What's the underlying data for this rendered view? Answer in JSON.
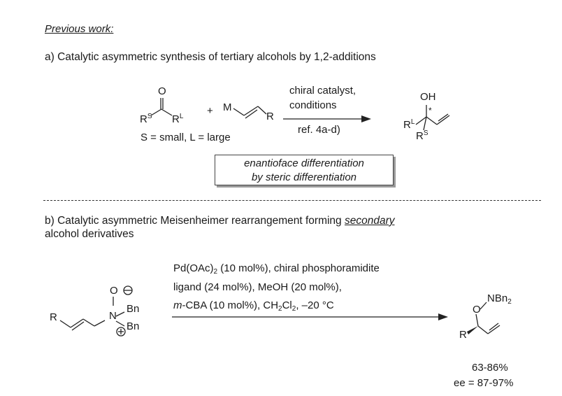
{
  "header": {
    "prefix": "Previous ",
    "suffix": "work:"
  },
  "section_a": {
    "title": "a) Catalytic asymmetric synthesis of tertiary alcohols by 1,2-additions",
    "ketone": {
      "O": "O",
      "RS": "R",
      "RS_sup": "S",
      "RL": "R",
      "RL_sup": "L"
    },
    "plus": "+",
    "reagent": {
      "M": "M",
      "R": "R"
    },
    "size_note": "S = small, L = large",
    "arrow_above_1": "chiral catalyst,",
    "arrow_above_2": "conditions",
    "arrow_below": "ref. 4a-d)",
    "product": {
      "OH": "OH",
      "star": "*",
      "RL": "R",
      "RL_sup": "L",
      "RS": "R",
      "RS_sup": "S"
    },
    "box_line_1": "enantioface differentiation",
    "box_line_2": "by steric differentiation"
  },
  "section_b": {
    "title_prefix": "b) Catalytic asymmetric Meisenheimer rearrangement forming ",
    "title_emph": "secondary",
    "title_line2": "alcohol derivatives",
    "substrate": {
      "R": "R",
      "O": "O",
      "N": "N",
      "Bn1": "Bn",
      "Bn2": "Bn",
      "minus": "−",
      "plus": "+"
    },
    "cond1_pre": "Pd(OAc)",
    "cond1_sub": "2",
    "cond1_post": " (10 mol%), chiral phosphoramidite",
    "cond2": "ligand (24 mol%), MeOH (20 mol%),",
    "cond3_ital": "m",
    "cond3_pre": "-CBA (10 mol%), CH",
    "cond3_sub1": "2",
    "cond3_mid": "Cl",
    "cond3_sub2": "2",
    "cond3_post": ", –20 °C",
    "product": {
      "O": "O",
      "NBn": "NBn",
      "NBn_sub": "2",
      "R": "R"
    },
    "yield": "63-86%",
    "ee": "ee = 87-97%"
  }
}
